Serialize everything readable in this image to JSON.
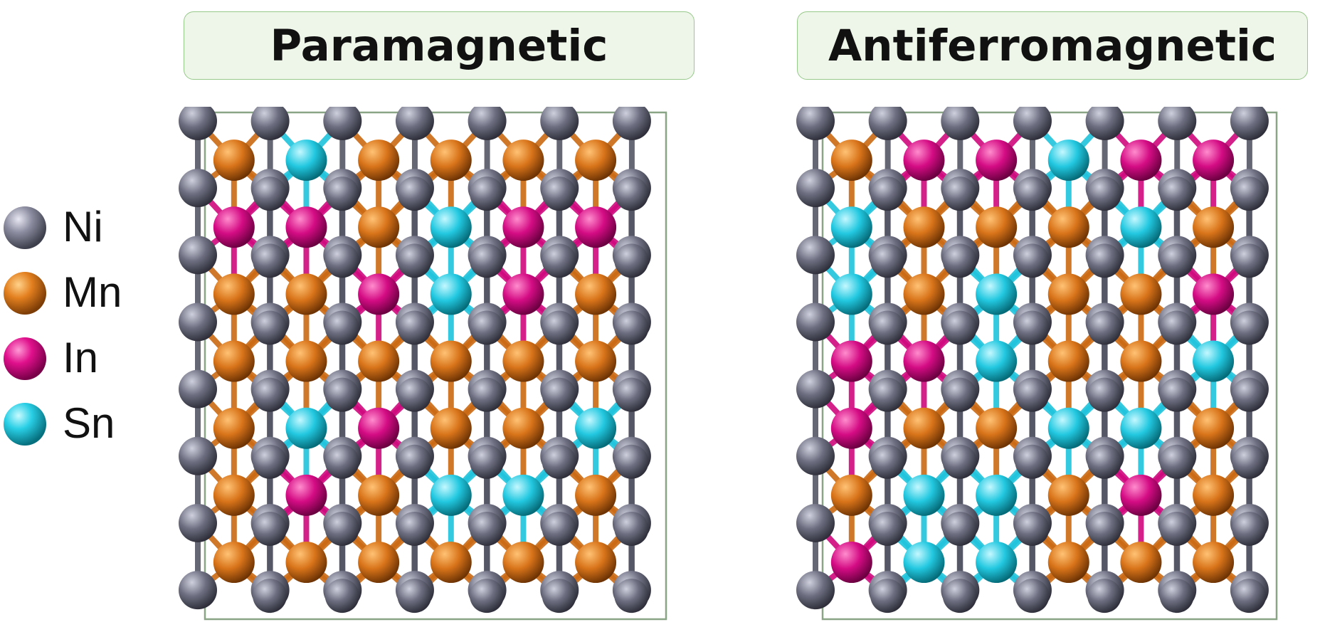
{
  "legend": [
    {
      "label": "Ni",
      "color": "#5f6070"
    },
    {
      "label": "Mn",
      "color": "#cc6a14"
    },
    {
      "label": "In",
      "color": "#d0097e"
    },
    {
      "label": "Sn",
      "color": "#1fc4dc"
    }
  ],
  "panels": [
    {
      "title": "Paramagnetic",
      "seed": 7
    },
    {
      "title": "Antiferromagnetic",
      "seed": 23
    }
  ],
  "colors": {
    "ni": "#5f6070",
    "mn": "#cc6a14",
    "in": "#d0097e",
    "sn": "#1fc4dc",
    "bond": "#565766",
    "box": "#8aa585"
  }
}
